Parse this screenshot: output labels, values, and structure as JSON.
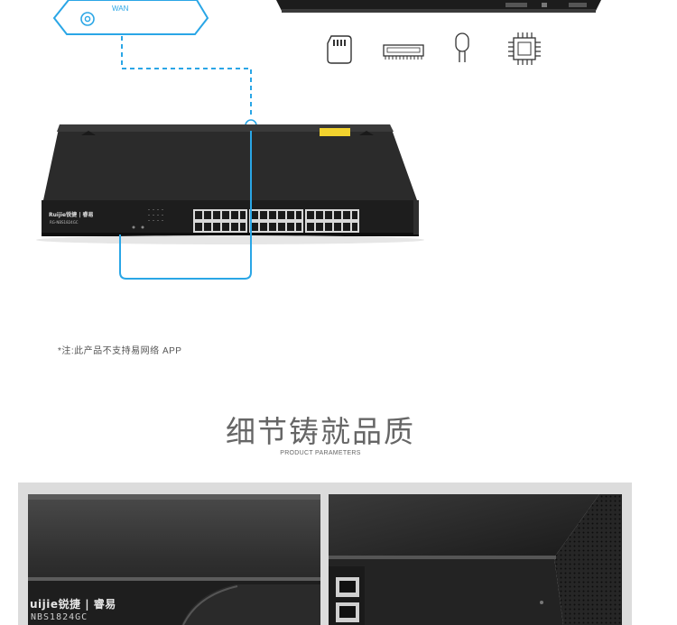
{
  "diagram": {
    "wan_label": "WAN"
  },
  "switch_front": {
    "brand": "Ruijie锐捷 | 睿易",
    "model": "RG-NBS1824GC"
  },
  "note": "*注:此产品不支持易网络 APP",
  "section": {
    "title": "细节铸就品质",
    "subtitle": "PRODUCT PARAMETERS"
  },
  "photos": {
    "left_brand": "uijie锐捷 | 睿易",
    "left_model": "NBS1824GC"
  },
  "icons": [
    "sd-card-icon",
    "memory-module-icon",
    "capacitor-icon",
    "chip-icon"
  ]
}
